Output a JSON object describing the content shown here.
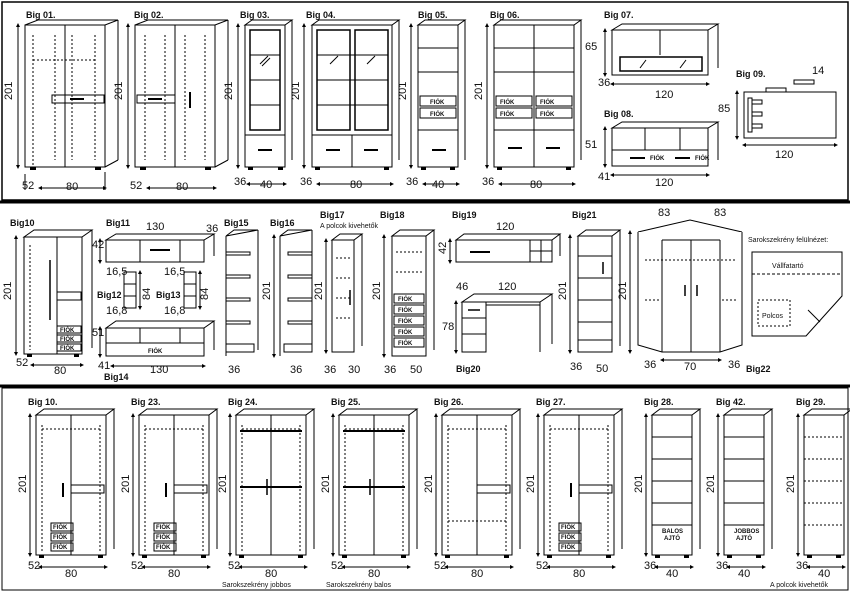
{
  "labels": {
    "fiok": "FIÓK",
    "polcok": "A polcok kivehetők",
    "sarok_jobbos": "Sarokszekrény jobbos",
    "sarok_balos": "Sarokszekrény balos",
    "felulnezet": "Sarokszekrény felülnézet:",
    "vallfatarto": "Vállfatartó",
    "polcos": "Polcos",
    "balos_ajto": [
      "BALOS",
      "AJTÓ"
    ],
    "jobbos_ajto": [
      "JOBBOS",
      "AJTÓ"
    ]
  },
  "rows": [
    {
      "items": [
        {
          "id": "big01",
          "title": "Big 01.",
          "h": "201",
          "w": "80",
          "d": "52"
        },
        {
          "id": "big02",
          "title": "Big 02.",
          "h": "201",
          "w": "80",
          "d": "52"
        },
        {
          "id": "big03",
          "title": "Big 03.",
          "h": "201",
          "w": "40",
          "d": "36"
        },
        {
          "id": "big04",
          "title": "Big 04.",
          "h": "201",
          "w": "80",
          "d": "36"
        },
        {
          "id": "big05",
          "title": "Big 05.",
          "h": "201",
          "w": "40",
          "d": "36"
        },
        {
          "id": "big06",
          "title": "Big 06.",
          "h": "201",
          "w": "80",
          "d": "36"
        },
        {
          "id": "big07",
          "title": "Big 07.",
          "h": "65",
          "w": "120",
          "d": "36"
        },
        {
          "id": "big08",
          "title": "Big 08.",
          "h": "51",
          "w": "120",
          "d": "41"
        },
        {
          "id": "big09",
          "title": "Big 09.",
          "h": "85",
          "w": "120",
          "d": "14"
        }
      ]
    },
    {
      "items": [
        {
          "id": "big10a",
          "title": "Big10",
          "h": "201",
          "w": "80",
          "d": "52"
        },
        {
          "id": "big11",
          "title": "Big11",
          "h": "42",
          "w": "130",
          "d": "36"
        },
        {
          "id": "big12",
          "title": "Big12",
          "h": "84",
          "w": "16,8",
          "d": "16,5"
        },
        {
          "id": "big13",
          "title": "Big13",
          "h": "84",
          "w": "16,8",
          "d": "16,5"
        },
        {
          "id": "big14",
          "title": "Big14",
          "h": "51",
          "w": "130",
          "d": "41"
        },
        {
          "id": "big15",
          "title": "Big15",
          "h": "",
          "w": "",
          "d": "36"
        },
        {
          "id": "big16",
          "title": "Big16",
          "h": "201",
          "w": "",
          "d": "36"
        },
        {
          "id": "big17",
          "title": "Big17",
          "h": "201",
          "w": "30",
          "d": "36"
        },
        {
          "id": "big18",
          "title": "Big18",
          "h": "201",
          "w": "50",
          "d": "36"
        },
        {
          "id": "big19",
          "title": "Big19",
          "h": "42",
          "w": "120",
          "d": ""
        },
        {
          "id": "big20",
          "title": "Big20",
          "h": "78",
          "w": "120",
          "d": "46"
        },
        {
          "id": "big21",
          "title": "Big21",
          "h": "201",
          "w": "50",
          "d": "36"
        },
        {
          "id": "big22",
          "title": "Big22",
          "h": "201",
          "w": "70",
          "d": "36",
          "top": [
            "83",
            "83"
          ]
        }
      ]
    },
    {
      "items": [
        {
          "id": "big10b",
          "title": "Big 10.",
          "h": "201",
          "w": "80",
          "d": "52"
        },
        {
          "id": "big23",
          "title": "Big 23.",
          "h": "201",
          "w": "80",
          "d": "52"
        },
        {
          "id": "big24",
          "title": "Big 24.",
          "h": "201",
          "w": "80",
          "d": "52"
        },
        {
          "id": "big25",
          "title": "Big 25.",
          "h": "201",
          "w": "80",
          "d": "52"
        },
        {
          "id": "big26",
          "title": "Big 26.",
          "h": "201",
          "w": "80",
          "d": "52"
        },
        {
          "id": "big27",
          "title": "Big 27.",
          "h": "201",
          "w": "80",
          "d": "52"
        },
        {
          "id": "big28",
          "title": "Big 28.",
          "h": "201",
          "w": "40",
          "d": "36"
        },
        {
          "id": "big42",
          "title": "Big 42.",
          "h": "201",
          "w": "40",
          "d": "36"
        },
        {
          "id": "big29",
          "title": "Big 29.",
          "h": "201",
          "w": "40",
          "d": "36"
        }
      ]
    }
  ]
}
